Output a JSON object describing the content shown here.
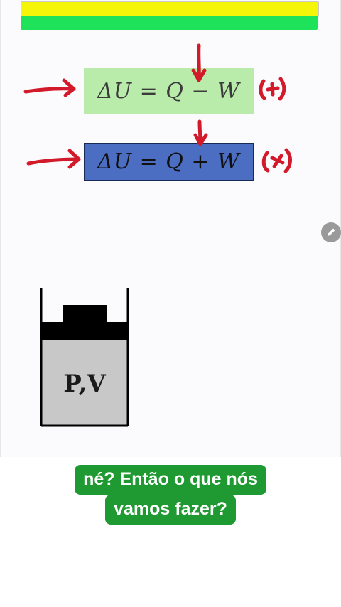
{
  "header": {
    "yellow_bar_color": "#f5f50a",
    "green_bar_color": "#1ee25a"
  },
  "equations": {
    "first": "ΔU = Q − W",
    "second": "ΔU = Q + W",
    "first_bg": "#b9ecaa",
    "second_bg": "#4b6ec2"
  },
  "diagram": {
    "label": "P,V"
  },
  "tools": {
    "edit_icon": "pencil-icon"
  },
  "caption": {
    "line1": "né? Então o que nós",
    "line2": "vamos fazer?"
  }
}
